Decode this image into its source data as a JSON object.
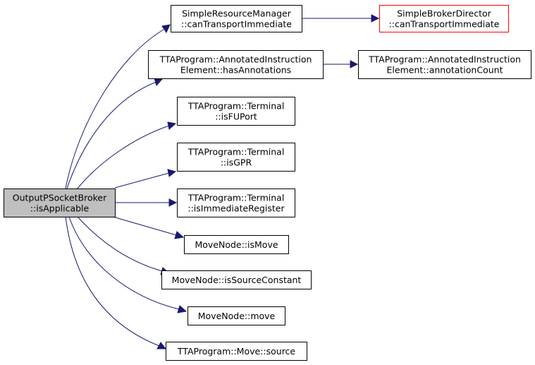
{
  "diagram": {
    "colors": {
      "edge": "#191970",
      "node_border": "#000000",
      "root_fill": "#bfbfbf",
      "node_fill": "#ffffff",
      "highlight_border": "#ff0000"
    },
    "nodes": [
      {
        "id": "root",
        "lines": [
          "OutputPSocketBroker",
          "::isApplicable"
        ],
        "style": "root"
      },
      {
        "id": "n1",
        "lines": [
          "SimpleResourceManager",
          "::canTransportImmediate"
        ],
        "style": "normal"
      },
      {
        "id": "n2",
        "lines": [
          "SimpleBrokerDirector",
          "::canTransportImmediate"
        ],
        "style": "highlight"
      },
      {
        "id": "n3",
        "lines": [
          "TTAProgram::AnnotatedInstruction",
          "Element::hasAnnotations"
        ],
        "style": "normal"
      },
      {
        "id": "n4",
        "lines": [
          "TTAProgram::AnnotatedInstruction",
          "Element::annotationCount"
        ],
        "style": "normal"
      },
      {
        "id": "n5",
        "lines": [
          "TTAProgram::Terminal",
          "::isFUPort"
        ],
        "style": "normal"
      },
      {
        "id": "n6",
        "lines": [
          "TTAProgram::Terminal",
          "::isGPR"
        ],
        "style": "normal"
      },
      {
        "id": "n7",
        "lines": [
          "TTAProgram::Terminal",
          "::isImmediateRegister"
        ],
        "style": "normal"
      },
      {
        "id": "n8",
        "lines": [
          "MoveNode::isMove"
        ],
        "style": "normal"
      },
      {
        "id": "n9",
        "lines": [
          "MoveNode::isSourceConstant"
        ],
        "style": "normal"
      },
      {
        "id": "n10",
        "lines": [
          "MoveNode::move"
        ],
        "style": "normal"
      },
      {
        "id": "n11",
        "lines": [
          "TTAProgram::Move::source"
        ],
        "style": "normal"
      }
    ],
    "edges": [
      {
        "from": "root",
        "to": "n1"
      },
      {
        "from": "root",
        "to": "n3"
      },
      {
        "from": "root",
        "to": "n5"
      },
      {
        "from": "root",
        "to": "n6"
      },
      {
        "from": "root",
        "to": "n7"
      },
      {
        "from": "root",
        "to": "n8"
      },
      {
        "from": "root",
        "to": "n9"
      },
      {
        "from": "root",
        "to": "n10"
      },
      {
        "from": "root",
        "to": "n11"
      },
      {
        "from": "n1",
        "to": "n2"
      },
      {
        "from": "n3",
        "to": "n4"
      }
    ]
  }
}
